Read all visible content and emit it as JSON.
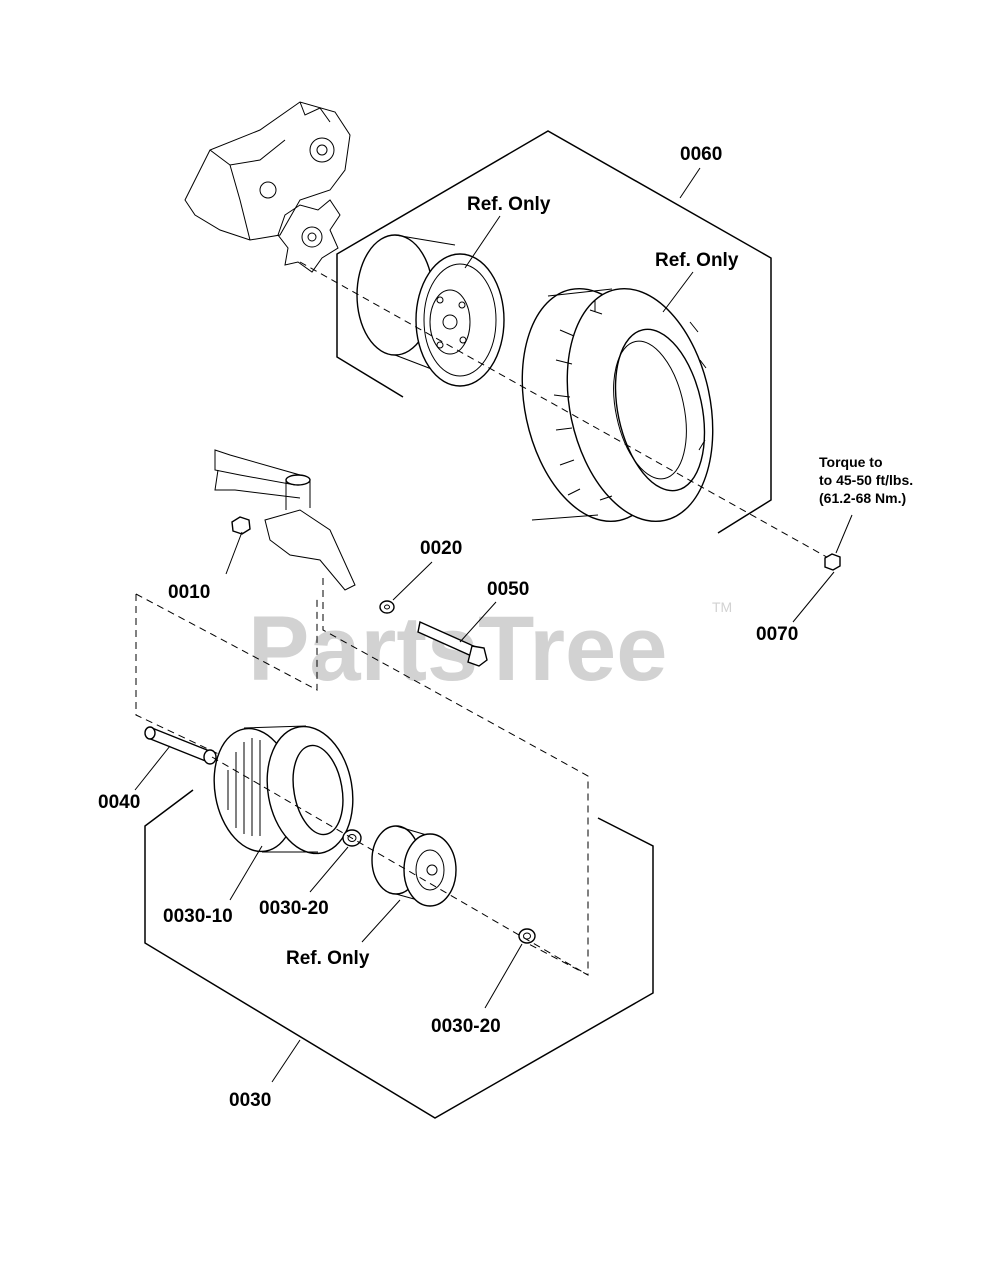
{
  "watermark": {
    "text": "PartsTree",
    "trademark": "TM"
  },
  "callouts": {
    "c0060": "0060",
    "ref_rim": "Ref. Only",
    "ref_tire": "Ref. Only",
    "c0010": "0010",
    "c0020": "0020",
    "c0050": "0050",
    "c0070": "0070",
    "c0040": "0040",
    "c0030_10": "0030-10",
    "c0030_20a": "0030-20",
    "ref_front_rim": "Ref. Only",
    "c0030_20b": "0030-20",
    "c0030": "0030"
  },
  "torque_note": {
    "line1": "Torque to",
    "line2": "to 45-50 ft/lbs.",
    "line3": "(61.2-68 Nm.)"
  }
}
